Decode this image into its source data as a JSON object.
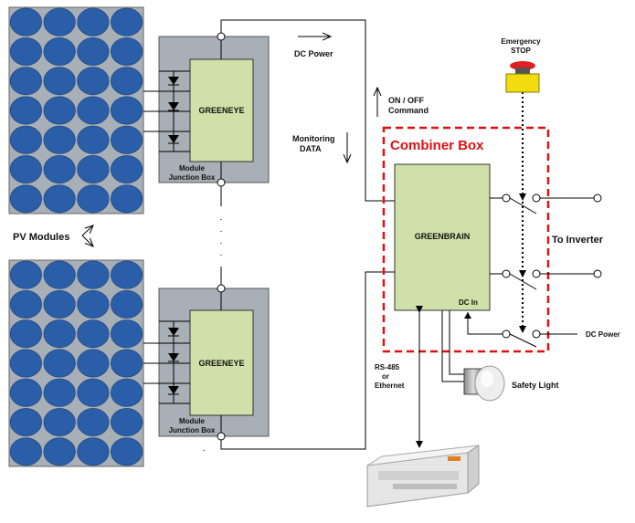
{
  "pv_modules": {
    "label": "PV Modules",
    "rows": 7,
    "cols": 4,
    "cell_color": "#2a5ea8",
    "panel_color": "#a9afb6"
  },
  "junction_boxes": [
    {
      "device": "GREENEYE",
      "caption_line1": "Module",
      "caption_line2": "Junction Box"
    },
    {
      "device": "GREENEYE",
      "caption_line1": "Module",
      "caption_line2": "Junction Box"
    }
  ],
  "signals": {
    "dc_power": "DC Power",
    "on_off_line1": "ON / OFF",
    "on_off_line2": "Command",
    "monitoring_line1": "Monitoring",
    "monitoring_line2": "DATA"
  },
  "combiner_box": {
    "title": "Combiner Box",
    "device": "GREENBRAIN",
    "dc_in": "DC In",
    "border_color": "#e01010",
    "device_fill": "#cfe0a8"
  },
  "emergency_stop": {
    "line1": "Emergency",
    "line2": "STOP",
    "button_color": "#e02020",
    "body_color": "#f2dc10"
  },
  "outputs": {
    "to_inverter": "To Inverter",
    "dc_power_in": "DC Power"
  },
  "comms": {
    "line1": "RS-485",
    "line2": "or",
    "line3": "Ethernet"
  },
  "safety_light": {
    "label": "Safety Light"
  },
  "colors": {
    "box_gray": "#a9afb6",
    "greeneye_fill": "#cfe0a8",
    "wire": "#000000"
  }
}
